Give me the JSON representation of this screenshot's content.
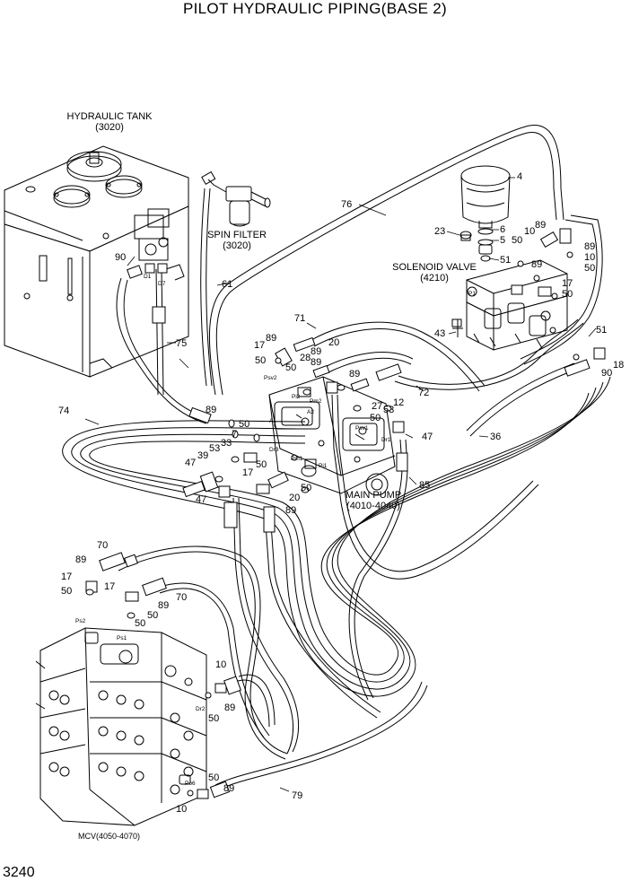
{
  "title": "PILOT HYDRAULIC PIPING(BASE 2)",
  "page_number": "3240",
  "components": {
    "hydraulic_tank": {
      "name": "HYDRAULIC TANK",
      "code": "(3020)"
    },
    "spin_filter": {
      "name": "SPIN FILTER",
      "code": "(3020)"
    },
    "solenoid_valve": {
      "name": "SOLENOID VALVE",
      "code": "(4210)"
    },
    "main_pump": {
      "name": "MAIN PUMP",
      "code": "(4010-4040)"
    },
    "mcv": {
      "name": "MCV(4050-4070)"
    }
  },
  "part_numbers": [
    "4",
    "6",
    "5",
    "23",
    "51",
    "89",
    "10",
    "50",
    "89",
    "89",
    "10",
    "50",
    "17",
    "50",
    "76",
    "61",
    "90",
    "75",
    "71",
    "17",
    "89",
    "89",
    "20",
    "50",
    "28",
    "89",
    "50",
    "89",
    "72",
    "50",
    "27",
    "53",
    "12",
    "47",
    "36",
    "51",
    "18",
    "90",
    "43",
    "74",
    "89",
    "50",
    "7",
    "53",
    "33",
    "39",
    "47",
    "47",
    "50",
    "17",
    "20",
    "50",
    "89",
    "85",
    "70",
    "89",
    "17",
    "50",
    "17",
    "89",
    "50",
    "70",
    "50",
    "10",
    "89",
    "50",
    "50",
    "89",
    "10",
    "79"
  ],
  "port_labels": [
    "D1",
    "D7",
    "Psv2",
    "Pi2",
    "Pm2",
    "A1",
    "A2",
    "Dr3",
    "Pm1",
    "Pi1",
    "Psv1",
    "Dr1",
    "Ps2",
    "Ps1",
    "Dr2",
    "Po6",
    "P1"
  ]
}
